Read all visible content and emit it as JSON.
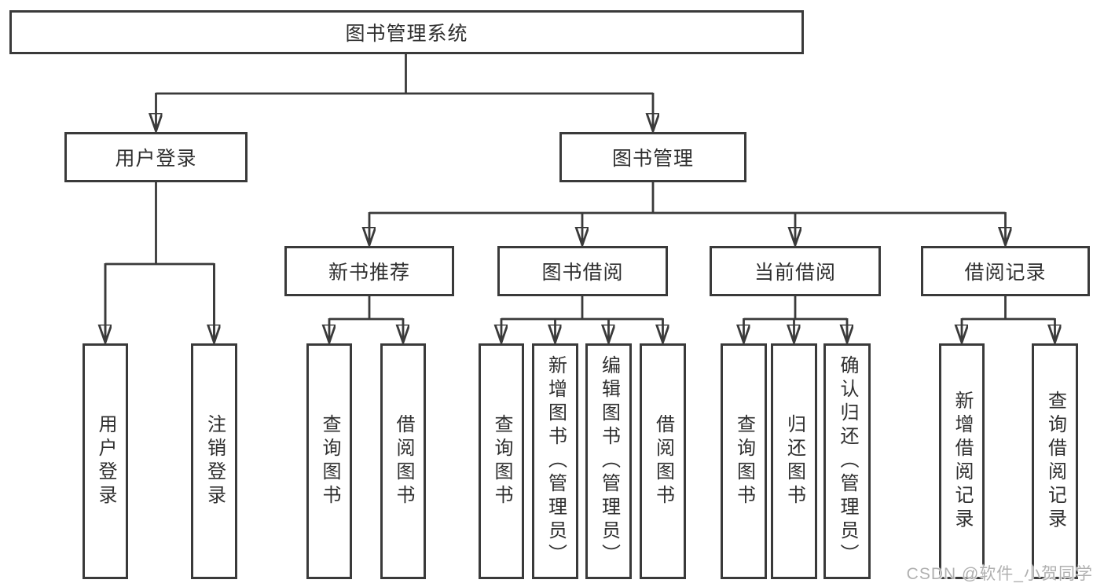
{
  "diagram": {
    "root": "图书管理系统",
    "branches": [
      {
        "label": "用户登录",
        "leaves": [
          "用户登录",
          "注销登录"
        ]
      },
      {
        "label": "图书管理",
        "sections": [
          {
            "label": "新书推荐",
            "leaves": [
              "查询图书",
              "借阅图书"
            ]
          },
          {
            "label": "图书借阅",
            "leaves": [
              "查询图书",
              "新增图书（管理员）",
              "编辑图书（管理员）",
              "借阅图书"
            ]
          },
          {
            "label": "当前借阅",
            "leaves": [
              "查询图书",
              "归还图书",
              "确认归还（管理员）"
            ]
          },
          {
            "label": "借阅记录",
            "leaves": [
              "新增借阅记录",
              "查询借阅记录"
            ]
          }
        ]
      }
    ],
    "colors": {
      "line": "#3a3a3a",
      "text": "#2f2f2f",
      "box_fill": "#ffffff",
      "background": "#ffffff",
      "watermark": "#b0b0b0"
    }
  },
  "watermark": {
    "text": "CSDN @软件_小贺同学"
  }
}
